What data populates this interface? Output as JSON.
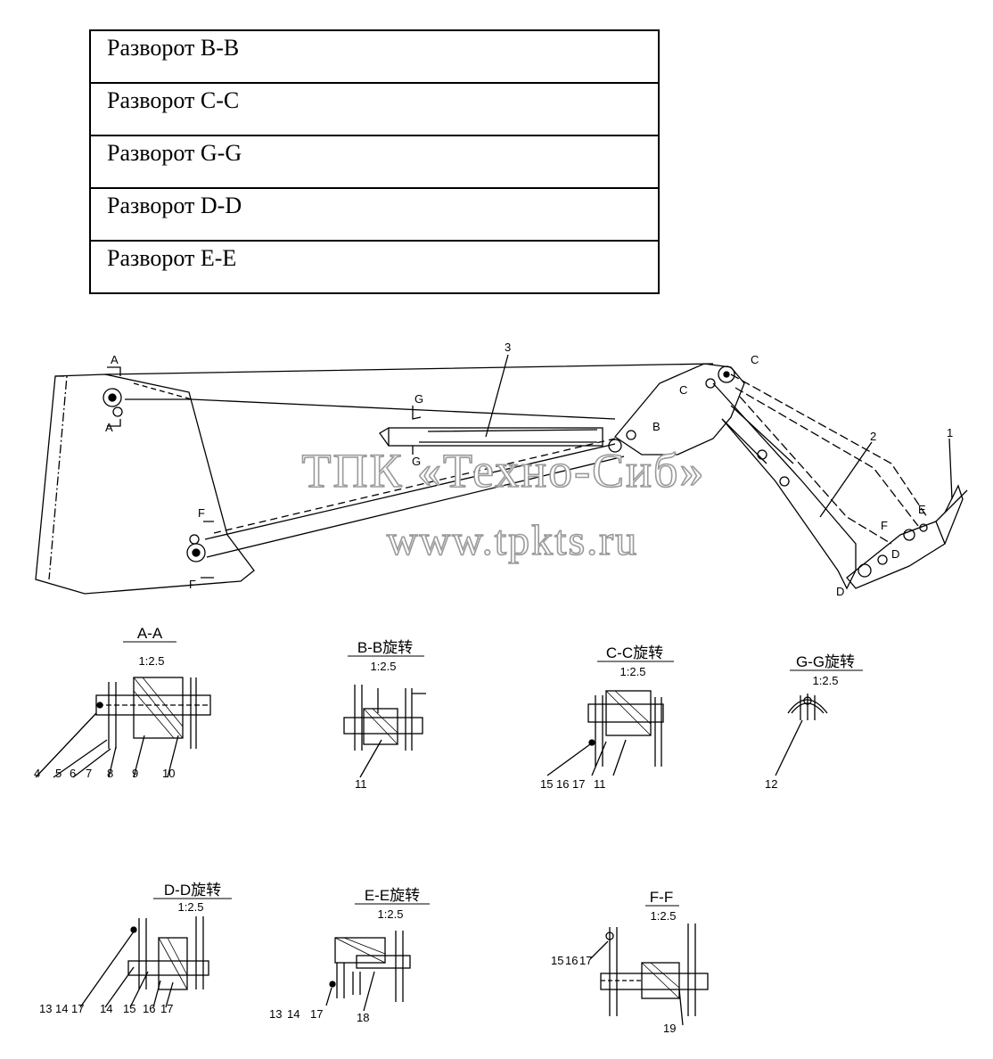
{
  "legend": [
    "Разворот B-B",
    "Разворот C-C",
    "Разворот G-G",
    "Разворот D-D",
    "Разворот E-E"
  ],
  "watermark": {
    "line1": "ТПК «Техно-Сиб»",
    "line2": "www.tpkts.ru"
  },
  "main_view": {
    "section_marks": {
      "a_top": "A",
      "a_bottom": "A",
      "b": "B",
      "c_top": "C",
      "c_side": "C",
      "d_top": "D",
      "d_bottom": "D",
      "e": "E",
      "f_right": "F",
      "f_top": "F",
      "f_bottom": "F",
      "g_top": "G",
      "g_bottom": "G"
    },
    "part_labels": {
      "p1": "1",
      "p2": "2",
      "p3": "3"
    }
  },
  "sections": {
    "aa": {
      "title": "A-A",
      "scale": "1:2.5",
      "labels": [
        "4",
        "5",
        "6",
        "7",
        "8",
        "9",
        "10"
      ]
    },
    "bb": {
      "title": "B-B旋转",
      "scale": "1:2.5",
      "labels": [
        "11"
      ]
    },
    "cc": {
      "title": "C-C旋转",
      "scale": "1:2.5",
      "labels": [
        "15",
        "16",
        "17",
        "11"
      ]
    },
    "gg": {
      "title": "G-G旋转",
      "scale": "1:2.5",
      "labels": [
        "12"
      ]
    },
    "dd": {
      "title": "D-D旋转",
      "scale": "1:2.5",
      "labels": [
        "13",
        "14",
        "17",
        "14",
        "15",
        "16",
        "17"
      ]
    },
    "ee": {
      "title": "E-E旋转",
      "scale": "1:2.5",
      "labels": [
        "13",
        "14",
        "17",
        "18"
      ]
    },
    "ff": {
      "title": "F-F",
      "scale": "1:2.5",
      "labels": [
        "15",
        "16",
        "17",
        "19"
      ]
    }
  }
}
